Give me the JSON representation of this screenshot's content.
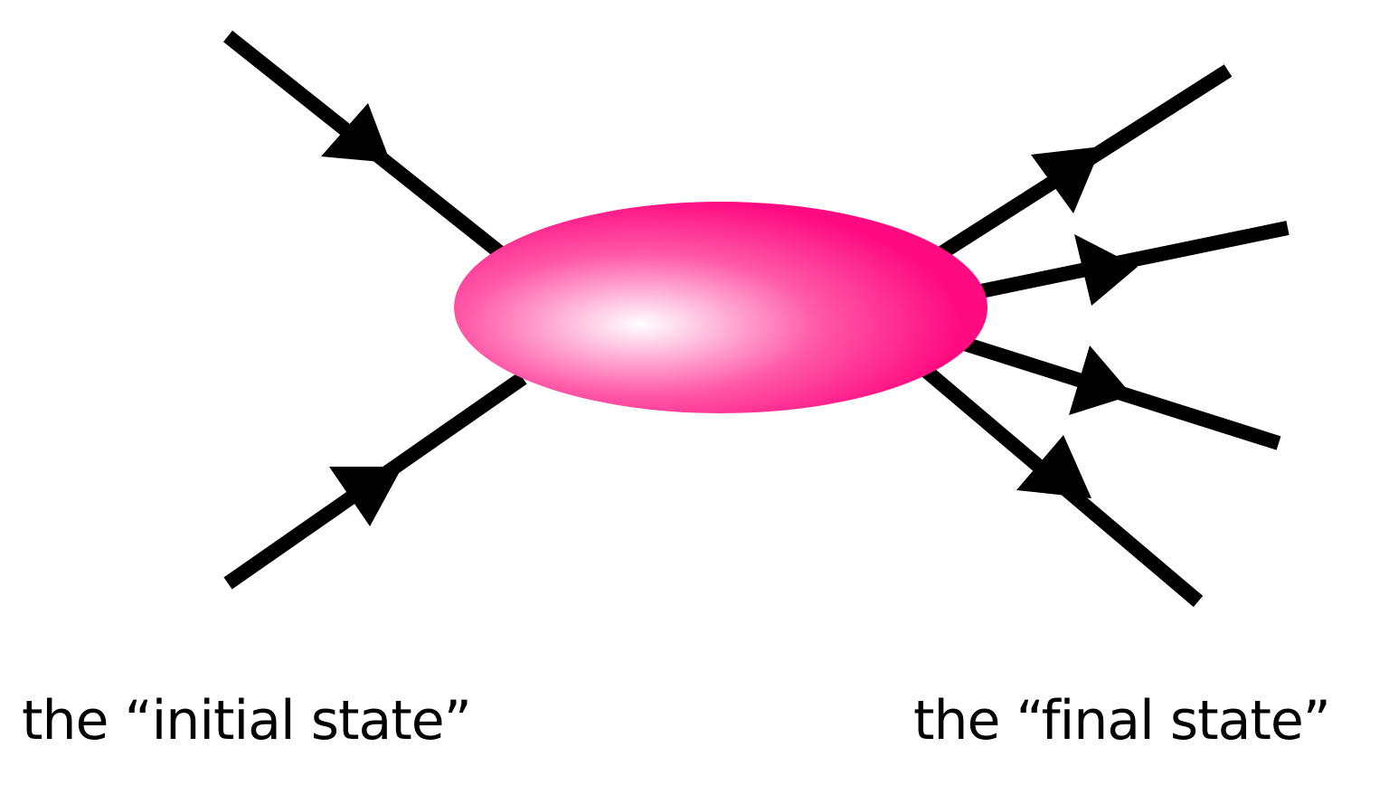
{
  "labels": {
    "initial": "the “initial state”",
    "final": "the “final state”"
  },
  "colors": {
    "blob": "#ff0a80",
    "blob_highlight": "#ffffff",
    "lines": "#000000"
  },
  "diagram": {
    "incoming_particles": 2,
    "outgoing_particles": 4
  }
}
